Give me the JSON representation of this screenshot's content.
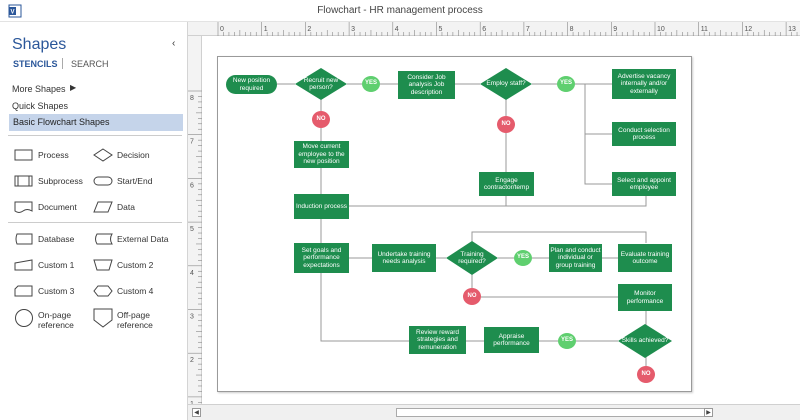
{
  "window": {
    "title": "Flowchart - HR management process",
    "app_icon": "visio-icon"
  },
  "pane": {
    "title": "Shapes",
    "collapse_glyph": "‹",
    "tabs": {
      "stencils": "STENCILS",
      "search": "SEARCH"
    },
    "more_shapes": "More Shapes",
    "more_arrow": "▶",
    "quick_shapes": "Quick Shapes",
    "basic_shapes": "Basic Flowchart Shapes",
    "shapes": [
      {
        "label": "Process",
        "icon": "process-shape-icon"
      },
      {
        "label": "Decision",
        "icon": "decision-shape-icon"
      },
      {
        "label": "Subprocess",
        "icon": "subprocess-shape-icon"
      },
      {
        "label": "Start/End",
        "icon": "start-end-shape-icon"
      },
      {
        "label": "Document",
        "icon": "document-shape-icon"
      },
      {
        "label": "Data",
        "icon": "data-shape-icon"
      },
      {
        "label": "Database",
        "icon": "database-shape-icon"
      },
      {
        "label": "External Data",
        "icon": "external-data-shape-icon"
      },
      {
        "label": "Custom 1",
        "icon": "custom1-shape-icon"
      },
      {
        "label": "Custom 2",
        "icon": "custom2-shape-icon"
      },
      {
        "label": "Custom 3",
        "icon": "custom3-shape-icon"
      },
      {
        "label": "Custom 4",
        "icon": "custom4-shape-icon"
      },
      {
        "label": "On-page reference",
        "icon": "on-page-reference-shape-icon"
      },
      {
        "label": "Off-page reference",
        "icon": "off-page-reference-shape-icon"
      }
    ]
  },
  "rulers": {
    "top": [
      "0",
      "1",
      "2",
      "3",
      "4",
      "5",
      "6",
      "7",
      "8",
      "9",
      "10",
      "11",
      "12",
      "13"
    ],
    "left": [
      "8",
      "7",
      "6",
      "5",
      "4",
      "3",
      "2",
      "1"
    ]
  },
  "colors": {
    "process": "#1e8d4e",
    "yes": "#5fcf6f",
    "no": "#e55b6c",
    "accent": "#2b579a"
  },
  "flow": {
    "new_position": "New position required",
    "recruit_new": "Recruit new person?",
    "yes1": "YES",
    "consider": "Consider Job analysis Job description",
    "employ_staff": "Employ staff?",
    "yes2": "YES",
    "advertise": "Advertise vacancy internally and/or externally",
    "conduct_selection": "Conduct selection process",
    "select_appoint": "Select and appoint employee",
    "no1": "NO",
    "move_current": "Move current employee to the new position",
    "no2": "NO",
    "engage_contractor": "Engage contractor/temp",
    "induction": "Induction process",
    "set_goals": "Set goals and performance expectations",
    "undertake": "Undertake training needs analysis",
    "training_required": "Training required?",
    "yes3": "YES",
    "plan_conduct": "Plan and conduct individual or group training",
    "evaluate": "Evaluate training outcome",
    "no3": "NO",
    "monitor": "Monitor performance",
    "review_reward": "Review reward strategies and remuneration",
    "appraise": "Appraise performance",
    "yes4": "YES",
    "skills_achieved": "Skills achieved?",
    "no4": "NO"
  },
  "scroll": {
    "left_glyph": "◀",
    "right_glyph": "▶"
  }
}
